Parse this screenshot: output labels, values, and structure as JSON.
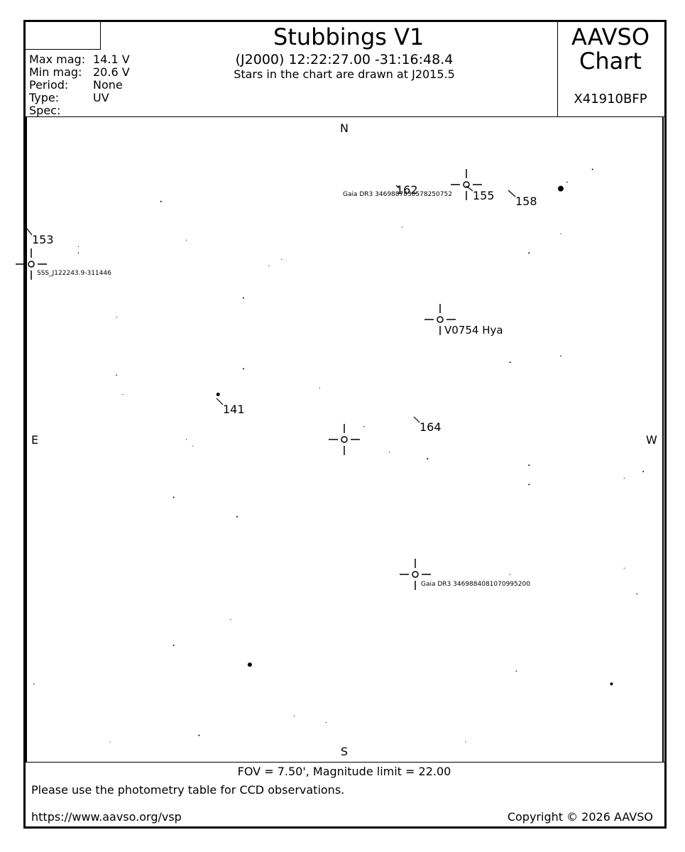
{
  "header": {
    "title": "Stubbings V1",
    "coords": "(J2000) 12:22:27.00 -31:16:48.4",
    "epoch_note": "Stars in the chart are drawn at J2015.5",
    "aavso_line1": "AAVSO",
    "aavso_line2": "Chart",
    "chart_id": "X41910BFP",
    "info": [
      {
        "label": "Max mag:",
        "value": "14.1 V"
      },
      {
        "label": "Min mag:",
        "value": "20.6 V"
      },
      {
        "label": "Period:",
        "value": "None"
      },
      {
        "label": "Type:",
        "value": "UV"
      },
      {
        "label": "Spec:",
        "value": ""
      }
    ]
  },
  "footer": {
    "fov": "FOV = 7.50', Magnitude limit = 22.00",
    "note": "Please use the photometry table for CCD observations.",
    "url": "https://www.aavso.org/vsp",
    "copyright": "Copyright © 2026 AAVSO"
  },
  "chart_data": {
    "type": "scatter",
    "title": "Stubbings V1",
    "fov_arcmin": 7.5,
    "magnitude_limit": 22.0,
    "directions": {
      "north": "N",
      "south": "S",
      "east": "E",
      "west": "W"
    },
    "target": {
      "name": "Stubbings V1",
      "ra": "12:22:27.00",
      "dec": "-31:16:48.4"
    },
    "marked_objects": [
      {
        "label": "V0754 Hya",
        "x": 0.64,
        "y": 0.31
      },
      {
        "label": "SSS_J122243.9-311446",
        "x": 0.0,
        "y": 0.23
      },
      {
        "label": "Gaia DR3 3469887830578250752",
        "x": 0.69,
        "y": 0.1
      },
      {
        "label": "Gaia DR3 3469884081070995200",
        "x": 0.61,
        "y": 0.71
      }
    ],
    "comparison_stars": [
      {
        "label": "162",
        "x": 0.6,
        "y": 0.1
      },
      {
        "label": "155",
        "x": 0.7,
        "y": 0.1
      },
      {
        "label": "158",
        "x": 0.79,
        "y": 0.11
      },
      {
        "label": "153",
        "x": 0.0,
        "y": 0.17
      },
      {
        "label": "141",
        "x": 0.3,
        "y": 0.44
      },
      {
        "label": "164",
        "x": 0.61,
        "y": 0.47
      }
    ],
    "stars": [
      {
        "x": 0.84,
        "y": 0.11,
        "size": 4
      },
      {
        "x": 0.35,
        "y": 0.85,
        "size": 3
      },
      {
        "x": 0.92,
        "y": 0.88,
        "size": 2
      },
      {
        "x": 0.3,
        "y": 0.43,
        "size": 2.5
      },
      {
        "x": 0.21,
        "y": 0.13,
        "size": 1
      },
      {
        "x": 0.79,
        "y": 0.21,
        "size": 1
      },
      {
        "x": 0.89,
        "y": 0.08,
        "size": 1
      },
      {
        "x": 0.85,
        "y": 0.1,
        "size": 0.8
      },
      {
        "x": 0.34,
        "y": 0.28,
        "size": 1
      },
      {
        "x": 0.34,
        "y": 0.39,
        "size": 1
      },
      {
        "x": 0.76,
        "y": 0.38,
        "size": 1
      },
      {
        "x": 0.63,
        "y": 0.53,
        "size": 1
      },
      {
        "x": 0.79,
        "y": 0.54,
        "size": 1
      },
      {
        "x": 0.79,
        "y": 0.57,
        "size": 1
      },
      {
        "x": 0.97,
        "y": 0.55,
        "size": 1
      },
      {
        "x": 0.23,
        "y": 0.59,
        "size": 1
      },
      {
        "x": 0.33,
        "y": 0.62,
        "size": 1
      },
      {
        "x": 0.23,
        "y": 0.82,
        "size": 1
      },
      {
        "x": 0.27,
        "y": 0.96,
        "size": 1
      },
      {
        "x": 0.08,
        "y": 0.21,
        "size": 0.8
      },
      {
        "x": 0.14,
        "y": 0.4,
        "size": 0.8
      },
      {
        "x": 0.53,
        "y": 0.48,
        "size": 0.8
      },
      {
        "x": 0.84,
        "y": 0.37,
        "size": 0.8
      },
      {
        "x": 0.96,
        "y": 0.74,
        "size": 0.8
      },
      {
        "x": 0.01,
        "y": 0.88,
        "size": 0.8
      },
      {
        "x": 0.77,
        "y": 0.86,
        "size": 0.8
      },
      {
        "x": 0.4,
        "y": 0.22,
        "size": 0.6
      },
      {
        "x": 0.59,
        "y": 0.17,
        "size": 0.6
      },
      {
        "x": 0.57,
        "y": 0.52,
        "size": 0.6
      },
      {
        "x": 0.26,
        "y": 0.51,
        "size": 0.6
      },
      {
        "x": 0.14,
        "y": 0.31,
        "size": 0.6
      },
      {
        "x": 0.42,
        "y": 0.93,
        "size": 0.6
      },
      {
        "x": 0.47,
        "y": 0.94,
        "size": 0.6
      },
      {
        "x": 0.84,
        "y": 0.18,
        "size": 0.6
      },
      {
        "x": 0.94,
        "y": 0.56,
        "size": 0.6
      },
      {
        "x": 0.08,
        "y": 0.2,
        "size": 0.6
      },
      {
        "x": 0.25,
        "y": 0.19,
        "size": 0.6
      },
      {
        "x": 0.38,
        "y": 0.23,
        "size": 0.6
      },
      {
        "x": 0.46,
        "y": 0.42,
        "size": 0.6
      },
      {
        "x": 0.15,
        "y": 0.43,
        "size": 0.6
      },
      {
        "x": 0.25,
        "y": 0.5,
        "size": 0.6
      },
      {
        "x": 0.76,
        "y": 0.71,
        "size": 0.6
      },
      {
        "x": 0.94,
        "y": 0.7,
        "size": 0.6
      },
      {
        "x": 0.32,
        "y": 0.78,
        "size": 0.6
      },
      {
        "x": 0.69,
        "y": 0.97,
        "size": 0.6
      },
      {
        "x": 0.13,
        "y": 0.97,
        "size": 0.6
      }
    ]
  }
}
